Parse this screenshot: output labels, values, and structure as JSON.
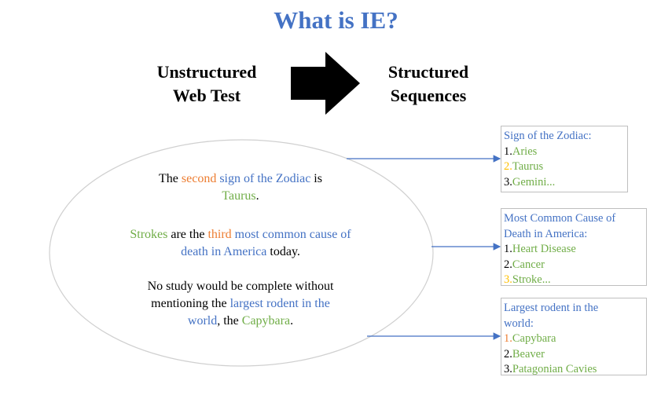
{
  "title": "What is IE?",
  "left_heading": [
    "Unstructured",
    "Web Test"
  ],
  "right_heading": [
    "Structured",
    "Sequences"
  ],
  "colors": {
    "title": "#4472c4",
    "entity_type": "#4472c4",
    "ordinal": "#ed7d31",
    "value": "#70ad47",
    "highlighted_index": "#ffc000"
  },
  "sentences": [
    {
      "line1": {
        "t1": "The ",
        "ordinal": "second",
        "t2": " ",
        "type": "sign of the Zodiac",
        "t3": " is"
      },
      "line2": {
        "value": "Taurus",
        "end": "."
      }
    },
    {
      "line1": {
        "value": "Strokes",
        "t1": " are the ",
        "ordinal": "third",
        "t2": " ",
        "type": "most common cause of"
      },
      "line2": {
        "type": "death in America",
        "t1": " today",
        "end": "."
      }
    },
    {
      "line1": "No study would be complete without",
      "line2": {
        "t1": "mentioning the ",
        "type": "largest rodent in the"
      },
      "line3": {
        "type": "world",
        "t1": ", the ",
        "value": "Capybara",
        "end": "."
      }
    }
  ],
  "boxes": [
    {
      "heading": [
        "Sign of the Zodiac:"
      ],
      "items": [
        {
          "num": "1.",
          "text": "Aries",
          "num_color": "#000000"
        },
        {
          "num": "2.",
          "text": "Taurus",
          "num_color": "#ffc000"
        },
        {
          "num": "3.",
          "text": "Gemini...",
          "num_color": "#000000"
        }
      ]
    },
    {
      "heading": [
        "Most Common Cause of",
        "Death in America:"
      ],
      "items": [
        {
          "num": "1.",
          "text": "Heart Disease",
          "num_color": "#000000"
        },
        {
          "num": "2.",
          "text": "Cancer",
          "num_color": "#000000"
        },
        {
          "num": "3.",
          "text": "Stroke...",
          "num_color": "#ffc000"
        }
      ]
    },
    {
      "heading": [
        "Largest rodent in the",
        "world:"
      ],
      "items": [
        {
          "num": "1.",
          "text": "Capybara",
          "num_color": "#ed7d31"
        },
        {
          "num": "2.",
          "text": "Beaver",
          "num_color": "#000000"
        },
        {
          "num": "3.",
          "text": "Patagonian Cavies",
          "num_color": "#000000"
        }
      ]
    }
  ]
}
